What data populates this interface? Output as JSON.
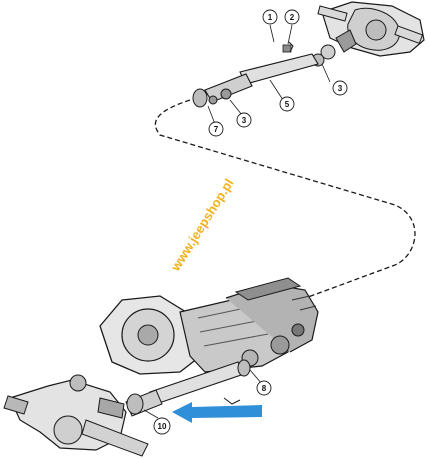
{
  "diagram": {
    "watermark": "www.jeepshop.pl",
    "callouts": [
      {
        "id": "c1",
        "label": "1"
      },
      {
        "id": "c2",
        "label": "2"
      },
      {
        "id": "c3a",
        "label": "3"
      },
      {
        "id": "c5",
        "label": "5"
      },
      {
        "id": "c3b",
        "label": "3"
      },
      {
        "id": "c7",
        "label": "7"
      },
      {
        "id": "c8",
        "label": "8"
      },
      {
        "id": "c10",
        "label": "10"
      }
    ],
    "colors": {
      "line": "#1a1a1a",
      "part_fill": "#d9d9d9",
      "part_dark": "#8c8c8c",
      "arrow": "#2f8fd8",
      "watermark": "#f2b21e"
    }
  }
}
